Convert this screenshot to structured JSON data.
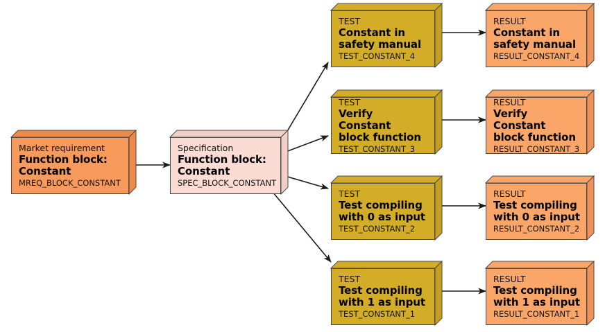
{
  "diagram": {
    "type": "requirements-traceability-flow",
    "background": "#ffffff",
    "palette": {
      "requirement_fill": "#f79a5c",
      "requirement_side": "#eb8a49",
      "specification_fill": "#fadcd5",
      "specification_side": "#f2cfc7",
      "test_fill": "#d4ad28",
      "test_side": "#c49f22",
      "result_fill": "#fba669",
      "result_side": "#f0935a",
      "border": "#4a4a4a",
      "arrow": "#1a1a1a"
    }
  },
  "nodes": {
    "market_requirement": {
      "kind": "Market requirement",
      "title_line1": "Function block:",
      "title_line2": "Constant",
      "ident": "MREQ_BLOCK_CONSTANT"
    },
    "specification": {
      "kind": "Specification",
      "title_line1": "Function block:",
      "title_line2": "Constant",
      "ident": "SPEC_BLOCK_CONSTANT"
    },
    "test_4": {
      "kind": "TEST",
      "title_line1": "Constant in",
      "title_line2": "safety manual",
      "ident": "TEST_CONSTANT_4"
    },
    "result_4": {
      "kind": "RESULT",
      "title_line1": "Constant in",
      "title_line2": "safety manual",
      "ident": "RESULT_CONSTANT_4"
    },
    "test_3": {
      "kind": "TEST",
      "title_line1": "Verify Constant",
      "title_line2": "block function",
      "ident": "TEST_CONSTANT_3"
    },
    "result_3": {
      "kind": "RESULT",
      "title_line1": "Verify Constant",
      "title_line2": "block function",
      "ident": "RESULT_CONSTANT_3"
    },
    "test_2": {
      "kind": "TEST",
      "title_line1": "Test compiling",
      "title_line2": "with 0 as input",
      "ident": "TEST_CONSTANT_2"
    },
    "result_2": {
      "kind": "RESULT",
      "title_line1": "Test compiling",
      "title_line2": "with 0 as input",
      "ident": "RESULT_CONSTANT_2"
    },
    "test_1": {
      "kind": "TEST",
      "title_line1": "Test compiling",
      "title_line2": "with 1 as input",
      "ident": "TEST_CONSTANT_1"
    },
    "result_1": {
      "kind": "RESULT",
      "title_line1": "Test compiling",
      "title_line2": "with 1 as input",
      "ident": "RESULT_CONSTANT_1"
    }
  },
  "edges": [
    {
      "from": "market_requirement",
      "to": "specification"
    },
    {
      "from": "specification",
      "to": "test_4"
    },
    {
      "from": "specification",
      "to": "test_3"
    },
    {
      "from": "specification",
      "to": "test_2"
    },
    {
      "from": "specification",
      "to": "test_1"
    },
    {
      "from": "test_4",
      "to": "result_4"
    },
    {
      "from": "test_3",
      "to": "result_3"
    },
    {
      "from": "test_2",
      "to": "result_2"
    },
    {
      "from": "test_1",
      "to": "result_1"
    }
  ]
}
